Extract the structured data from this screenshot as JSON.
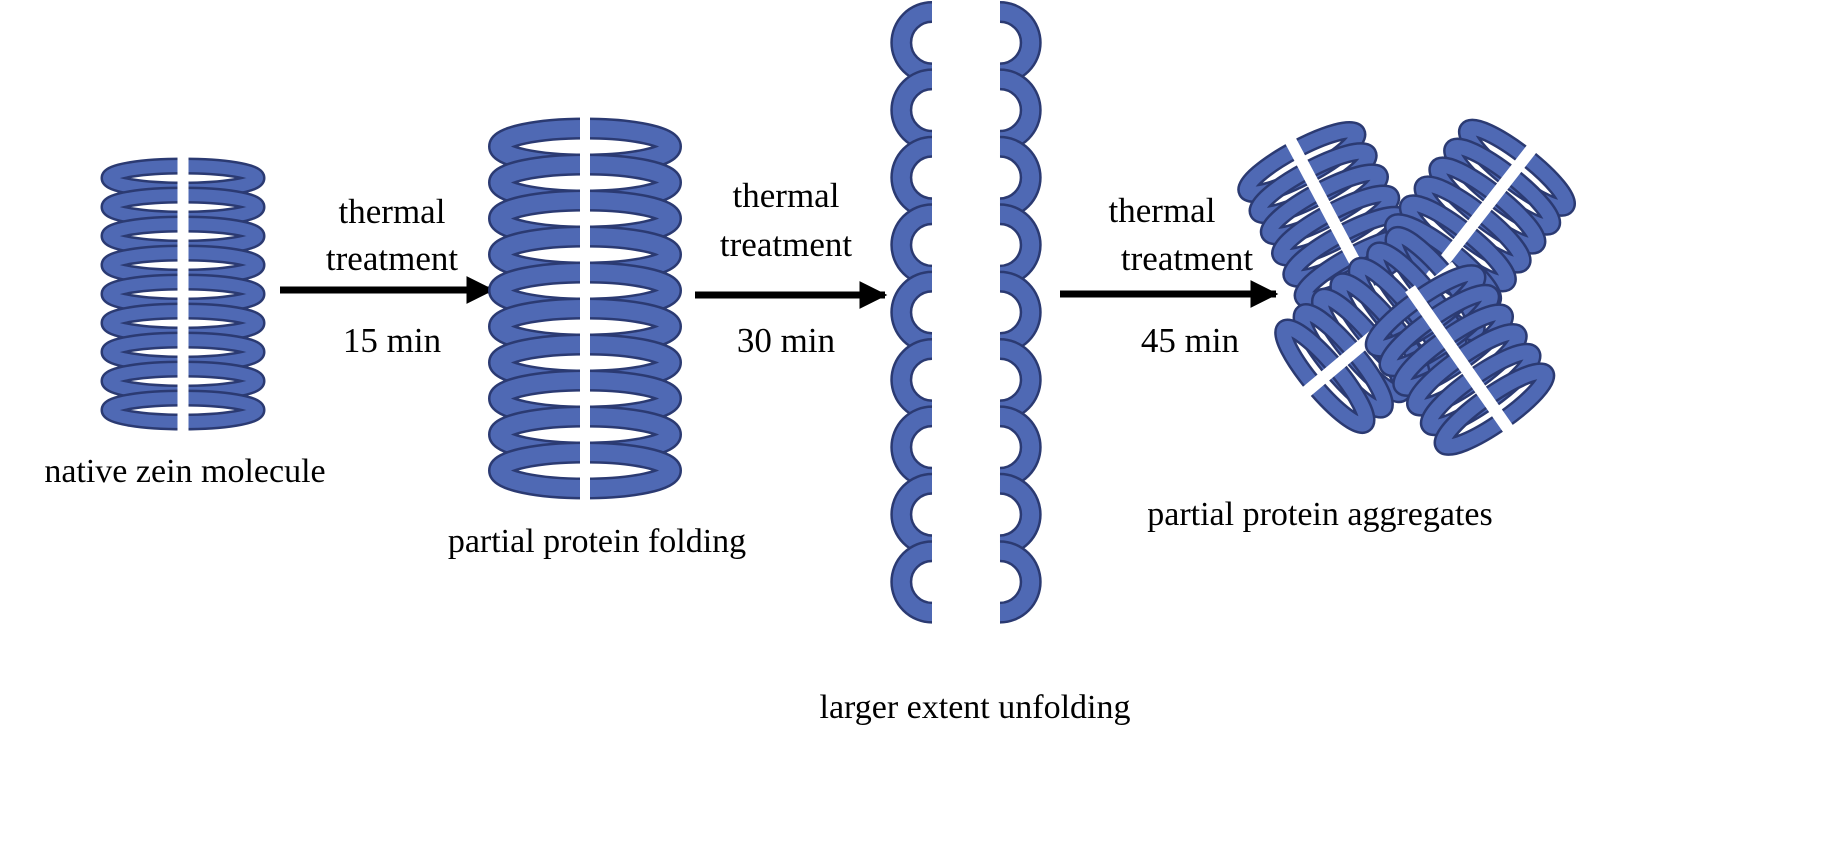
{
  "colors": {
    "protein_fill": "#4f69b4",
    "protein_stroke": "#2b3a72",
    "arrow": "#000000",
    "text": "#000000",
    "background": "#ffffff"
  },
  "stages": {
    "native": {
      "label": "native zein molecule"
    },
    "folding": {
      "label": "partial protein folding"
    },
    "unfolding": {
      "label": "larger extent unfolding"
    },
    "aggregates": {
      "label": "partial protein aggregates"
    }
  },
  "transitions": [
    {
      "line1": "thermal",
      "line2": "treatment",
      "time": "15 min"
    },
    {
      "line1": "thermal",
      "line2": "treatment",
      "time": "30 min"
    },
    {
      "line1": "thermal",
      "line2": "treatment",
      "time": "45 min"
    }
  ]
}
